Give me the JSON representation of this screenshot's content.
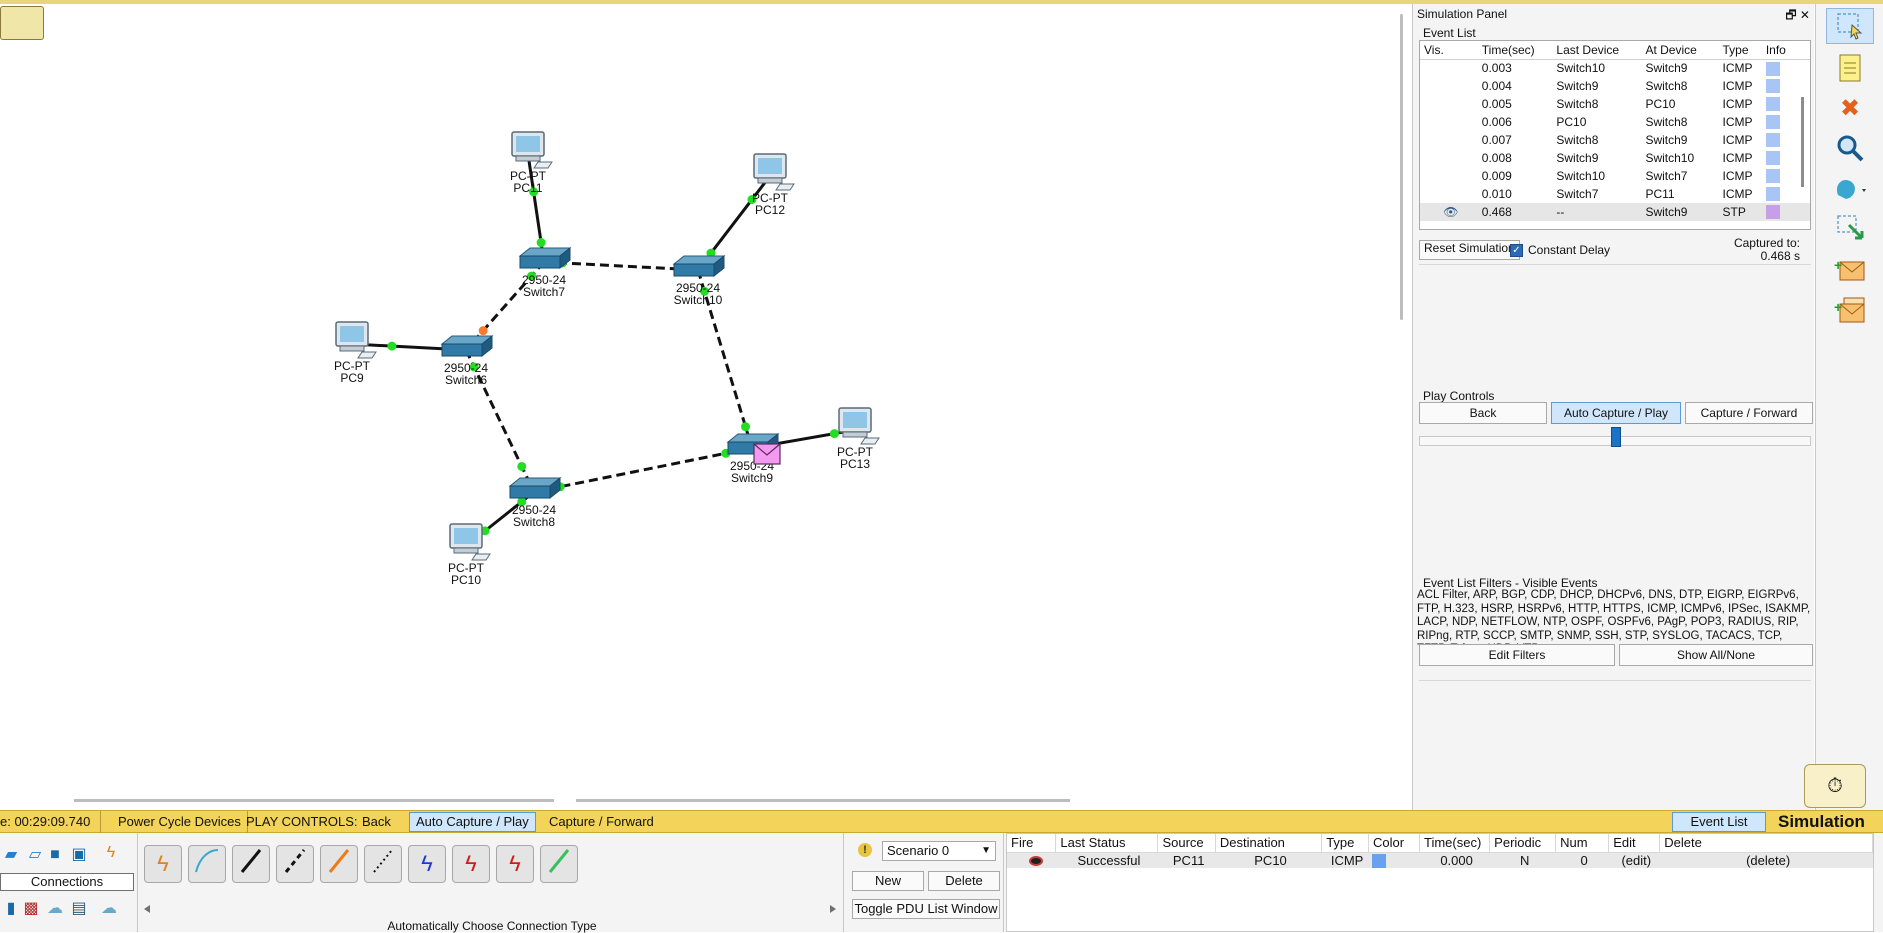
{
  "workspace": {
    "devices": [
      {
        "id": "pc11",
        "model": "PC-PT",
        "name": "PC11"
      },
      {
        "id": "pc12",
        "model": "PC-PT",
        "name": "PC12"
      },
      {
        "id": "pc9",
        "model": "PC-PT",
        "name": "PC9"
      },
      {
        "id": "pc13",
        "model": "PC-PT",
        "name": "PC13"
      },
      {
        "id": "pc10",
        "model": "PC-PT",
        "name": "PC10"
      },
      {
        "id": "switch7",
        "model": "2950-24",
        "name": "Switch7"
      },
      {
        "id": "switch10",
        "model": "2950-24",
        "name": "Switch10"
      },
      {
        "id": "switch6",
        "model": "2950-24",
        "name": "Switch6"
      },
      {
        "id": "switch9",
        "model": "2950-24",
        "name": "Switch9"
      },
      {
        "id": "switch8",
        "model": "2950-24",
        "name": "Switch8"
      }
    ],
    "colors": {
      "link": "#111111",
      "port_up": "#22dd22",
      "port_blocked": "#ff7a2a",
      "pdu_envelope": "#f39af0"
    }
  },
  "sim_panel": {
    "title": "Simulation Panel",
    "controls": "🗗 ✕",
    "event_list_label": "Event List",
    "columns": [
      "Vis.",
      "Time(sec)",
      "Last Device",
      "At Device",
      "Type",
      "Info"
    ],
    "events": [
      {
        "vis": "",
        "time": "0.003",
        "last": "Switch10",
        "at": "Switch9",
        "type": "ICMP",
        "color": "#a9c5f5"
      },
      {
        "vis": "",
        "time": "0.004",
        "last": "Switch9",
        "at": "Switch8",
        "type": "ICMP",
        "color": "#a9c5f5"
      },
      {
        "vis": "",
        "time": "0.005",
        "last": "Switch8",
        "at": "PC10",
        "type": "ICMP",
        "color": "#a9c5f5"
      },
      {
        "vis": "",
        "time": "0.006",
        "last": "PC10",
        "at": "Switch8",
        "type": "ICMP",
        "color": "#a9c5f5"
      },
      {
        "vis": "",
        "time": "0.007",
        "last": "Switch8",
        "at": "Switch9",
        "type": "ICMP",
        "color": "#a9c5f5"
      },
      {
        "vis": "",
        "time": "0.008",
        "last": "Switch9",
        "at": "Switch10",
        "type": "ICMP",
        "color": "#a9c5f5"
      },
      {
        "vis": "",
        "time": "0.009",
        "last": "Switch10",
        "at": "Switch7",
        "type": "ICMP",
        "color": "#a9c5f5"
      },
      {
        "vis": "",
        "time": "0.010",
        "last": "Switch7",
        "at": "PC11",
        "type": "ICMP",
        "color": "#a9c5f5"
      },
      {
        "vis": "👁",
        "time": "0.468",
        "last": "--",
        "at": "Switch9",
        "type": "STP",
        "color": "#c79ee8",
        "selected": true
      }
    ],
    "reset_label": "Reset Simulation",
    "constant_delay_label": "Constant Delay",
    "constant_delay_checked": true,
    "captured_label": "Captured to:",
    "captured_value": "0.468 s",
    "play_controls_label": "Play Controls",
    "back_label": "Back",
    "auto_label": "Auto Capture / Play",
    "capfwd_label": "Capture / Forward",
    "filters_label": "Event List Filters - Visible Events",
    "filters_text": "ACL Filter, ARP, BGP, CDP, DHCP, DHCPv6, DNS, DTP, EIGRP, EIGRPv6, FTP, H.323, HSRP, HSRPv6, HTTP, HTTPS, ICMP, ICMPv6, IPSec, ISAKMP, LACP, NDP, NETFLOW, NTP, OSPF, OSPFv6, PAgP, POP3, RADIUS, RIP, RIPng, RTP, SCCP, SMTP, SNMP, SSH, STP, SYSLOG, TACACS, TCP, TFTP, Telnet, UDP, VTP",
    "edit_filters_label": "Edit Filters",
    "show_all_label": "Show All/None"
  },
  "right_toolbar": {
    "icons": [
      "select-icon",
      "note-icon",
      "delete-icon",
      "inspect-icon",
      "draw-shape-icon",
      "resize-icon",
      "simple-pdu-icon",
      "complex-pdu-icon"
    ]
  },
  "status_bar": {
    "time": "e: 00:29:09.740",
    "power_cycle": "Power Cycle Devices",
    "play_controls": "PLAY CONTROLS:",
    "back": "Back",
    "auto": "Auto Capture / Play",
    "capfwd": "Capture / Forward",
    "event_list": "Event List",
    "mode": "Simulation"
  },
  "bottom": {
    "connections_label": "Connections",
    "conn_type_label": "Automatically Choose Connection Type",
    "scenario_value": "Scenario 0",
    "new_label": "New",
    "delete_label": "Delete",
    "toggle_label": "Toggle PDU List Window",
    "pdu_columns": [
      "Fire",
      "Last Status",
      "Source",
      "Destination",
      "Type",
      "Color",
      "Time(sec)",
      "Periodic",
      "Num",
      "Edit",
      "Delete"
    ],
    "pdu_rows": [
      {
        "status": "Successful",
        "source": "PC11",
        "destination": "PC10",
        "type": "ICMP",
        "color": "#6aa0f0",
        "time": "0.000",
        "periodic": "N",
        "num": "0",
        "edit": "(edit)",
        "delete": "(delete)"
      }
    ]
  }
}
